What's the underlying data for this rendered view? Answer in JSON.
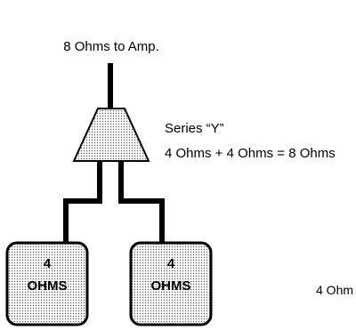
{
  "top_label": "8 Ohms to Amp.",
  "junction": {
    "title": "Series “Y”",
    "equation": "4 Ohms + 4 Ohms = 8 Ohms"
  },
  "speakers": [
    {
      "value": "4",
      "unit": "OHMS"
    },
    {
      "value": "4",
      "unit": "OHMS"
    }
  ],
  "clipped_label": "4 Ohm"
}
